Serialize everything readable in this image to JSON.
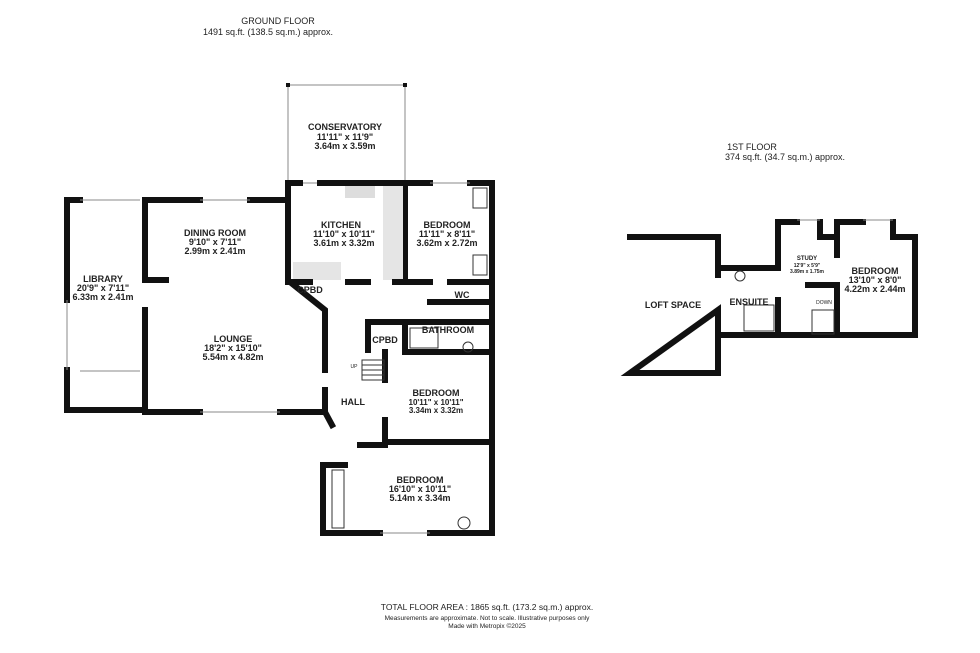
{
  "ground_floor": {
    "title": "GROUND FLOOR",
    "area": "1491 sq.ft. (138.5 sq.m.) approx."
  },
  "first_floor": {
    "title": "1ST FLOOR",
    "area": "374 sq.ft. (34.7 sq.m.) approx."
  },
  "rooms": {
    "conservatory": {
      "name": "CONSERVATORY",
      "imperial": "11'11\"  x 11'9\"",
      "metric": "3.64m  x 3.59m"
    },
    "kitchen": {
      "name": "KITCHEN",
      "imperial": "11'10\"  x 10'11\"",
      "metric": "3.61m  x 3.32m"
    },
    "bedroom_1": {
      "name": "BEDROOM",
      "imperial": "11'11\"  x 8'11\"",
      "metric": "3.62m  x 2.72m"
    },
    "dining_room": {
      "name": "DINING ROOM",
      "imperial": "9'10\"  x 7'11\"",
      "metric": "2.99m  x 2.41m"
    },
    "library": {
      "name": "LIBRARY",
      "imperial": "20'9\"  x 7'11\"",
      "metric": "6.33m  x 2.41m"
    },
    "lounge": {
      "name": "LOUNGE",
      "imperial": "18'2\"  x 15'10\"",
      "metric": "5.54m  x 4.82m"
    },
    "bedroom_2": {
      "name": "BEDROOM",
      "imperial": "10'11\"  x 10'11\"",
      "metric": "3.34m  x 3.32m"
    },
    "bedroom_3": {
      "name": "BEDROOM",
      "imperial": "16'10\"  x 10'11\"",
      "metric": "5.14m  x 3.34m"
    },
    "study": {
      "name": "STUDY",
      "imperial": "12'9\"  x 5'9\"",
      "metric": "3.89m  x 1.75m"
    },
    "bedroom_4": {
      "name": "BEDROOM",
      "imperial": "13'10\"  x 8'0\"",
      "metric": "4.22m  x 2.44m"
    }
  },
  "labels": {
    "cpbd": "CPBD",
    "wc": "WC",
    "bathroom": "BATHROOM",
    "hall": "HALL",
    "up": "UP",
    "down": "DOWN",
    "loft_space": "LOFT SPACE",
    "ensuite": "ENSUITE"
  },
  "footer": {
    "total": "TOTAL FLOOR AREA : 1865 sq.ft. (173.2 sq.m.) approx.",
    "disclaimer": "Measurements are approximate.  Not to scale.  Illustrative purposes only",
    "credit": "Made with Metropix ©2025"
  }
}
